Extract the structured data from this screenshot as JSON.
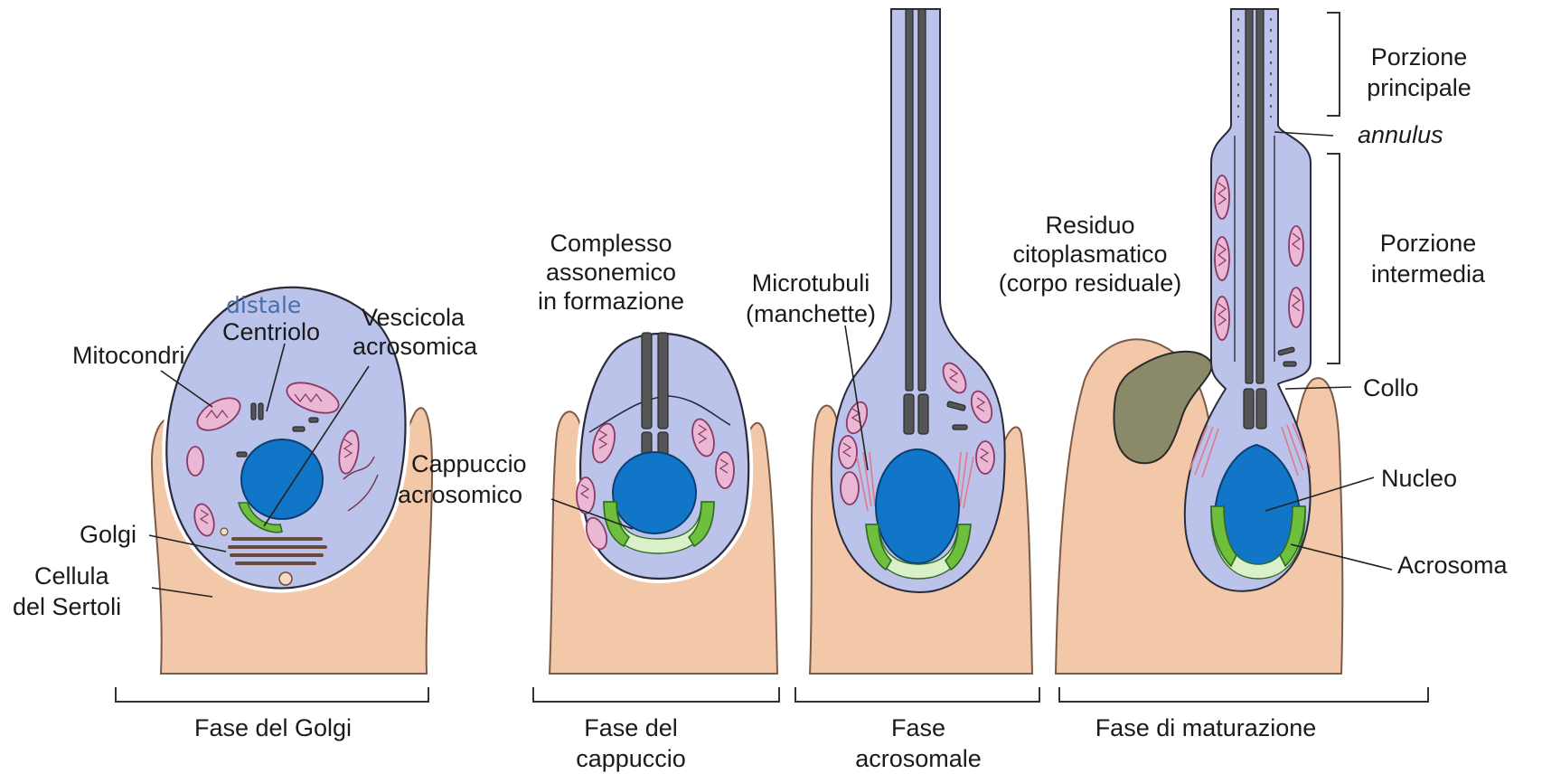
{
  "stages": {
    "golgi": "Fase del Golgi",
    "cappuccio_1": "Fase del",
    "cappuccio_2": "cappuccio",
    "acrosomale_1": "Fase",
    "acrosomale_2": "acrosomale",
    "maturazione": "Fase di maturazione"
  },
  "labels": {
    "mitocondri": "Mitocondri",
    "distale": "distale",
    "centriolo": "Centriolo",
    "vescicola_1": "Vescicola",
    "vescicola_2": "acrosomica",
    "golgi": "Golgi",
    "cellula_1": "Cellula",
    "cellula_2": "del Sertoli",
    "complesso_1": "Complesso",
    "complesso_2": "assonemico",
    "complesso_3": "in formazione",
    "cappuccio_1": "Cappuccio",
    "cappuccio_2": "acrosomico",
    "microtubuli_1": "Microtubuli",
    "microtubuli_2": "(manchette)",
    "residuo_1": "Residuo",
    "residuo_2": "citoplasmatico",
    "residuo_3": "(corpo residuale)",
    "principale_1": "Porzione",
    "principale_2": "principale",
    "annulus": "annulus",
    "intermedia_1": "Porzione",
    "intermedia_2": "intermedia",
    "collo": "Collo",
    "nucleo": "Nucleo",
    "acrosoma": "Acrosoma"
  },
  "colors": {
    "sertoli": "#f2c8a8",
    "cytoplasm": "#bcc3ea",
    "nucleus": "#1276c8",
    "mitochondria": "#eab8d4",
    "acrosome": "#6fbf3f",
    "annotation_blue": "#4a6fa8"
  }
}
